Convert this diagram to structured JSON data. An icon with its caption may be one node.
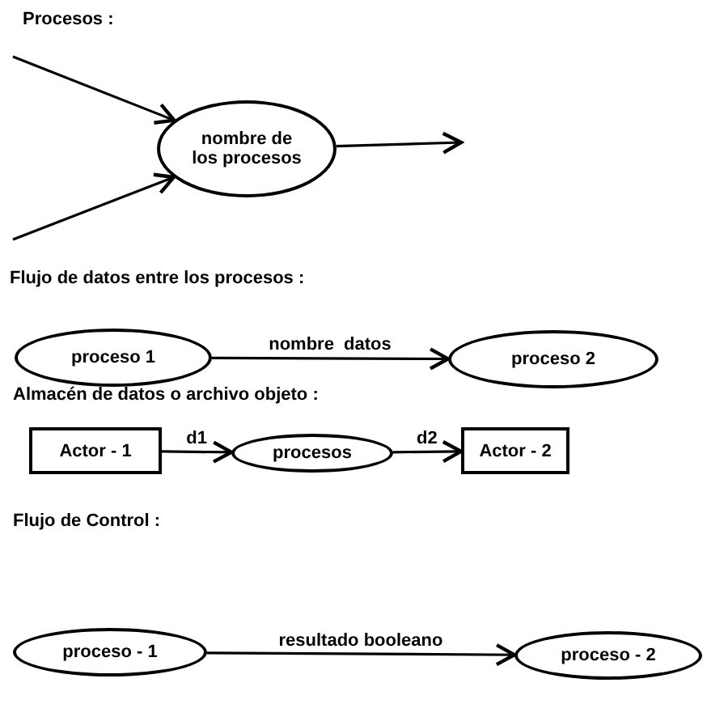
{
  "diagram": {
    "nodes": [
      {
        "text": [
          "nombre de los procesos"
        ]
      },
      {
        "text": [
          "proceso 1"
        ]
      },
      {
        "text": [
          "proceso 2"
        ]
      },
      {
        "text": [
          "Actor - 1"
        ]
      },
      {
        "text": [
          "procesos"
        ]
      },
      {
        "text": [
          "Actor - 2"
        ]
      },
      {
        "text": [
          "proceso - 1"
        ]
      },
      {
        "text": [
          "proceso - 2"
        ]
      }
    ],
    "edges": [
      {
        "from": null,
        "to": 0,
        "arrow": "to"
      },
      {
        "from": null,
        "to": 0,
        "arrow": "to"
      },
      {
        "from": 0,
        "to": null,
        "arrow": "to"
      },
      {
        "from": 1,
        "to": 2,
        "arrow": "to",
        "label": "nombre  datos"
      },
      {
        "from": 3,
        "to": 4,
        "arrow": "to",
        "label": "d1"
      },
      {
        "from": 4,
        "to": 5,
        "arrow": "to",
        "label": "d2"
      },
      {
        "from": 6,
        "to": 7,
        "arrow": "to",
        "label": "resultado booleano"
      }
    ],
    "labels": [
      "Procesos :",
      "Flujo de datos entre los procesos :",
      "Almacén de datos o archivo objeto :",
      "Flujo de Control :"
    ]
  }
}
